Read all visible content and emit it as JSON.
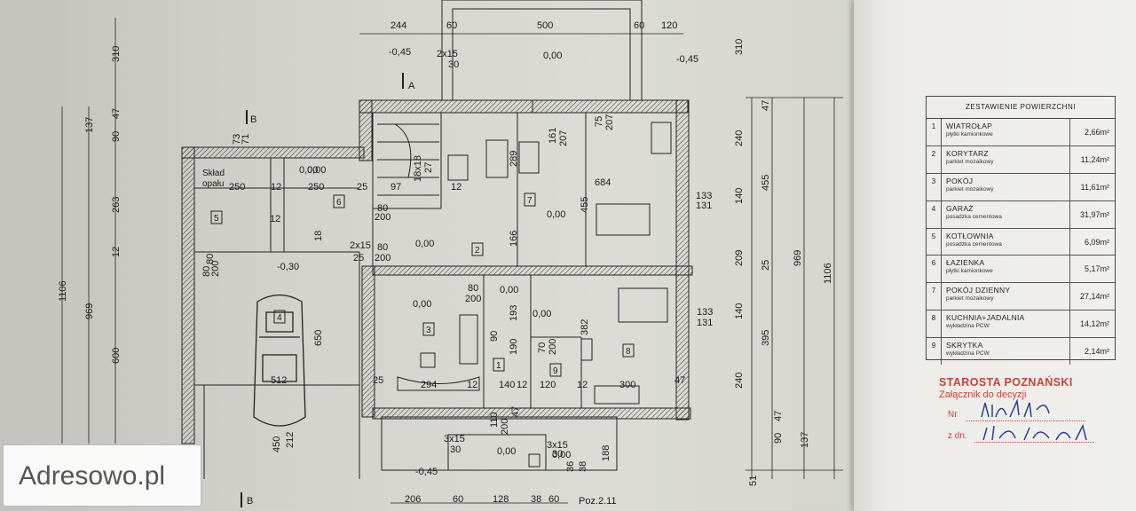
{
  "logo": {
    "text": "Adresowo.pl"
  },
  "surfaces_table": {
    "title": "ZESTAWIENIE POWIERZCHNI",
    "rows": [
      {
        "num": "1",
        "name": "WIATROŁAP",
        "finish": "płytki kamionkowe",
        "area": "2,66m²"
      },
      {
        "num": "2",
        "name": "KORYTARZ",
        "finish": "parkiet mozaikowy",
        "area": "11,24m²"
      },
      {
        "num": "3",
        "name": "POKÓJ",
        "finish": "parkiet mozaikowy",
        "area": "11,61m²"
      },
      {
        "num": "4",
        "name": "GARAŻ",
        "finish": "posadzka cementowa",
        "area": "31,97m²"
      },
      {
        "num": "5",
        "name": "KOTŁOWNIA",
        "finish": "posadzka cementowa",
        "area": "6,09m²"
      },
      {
        "num": "6",
        "name": "ŁAZIENKA",
        "finish": "płytki kamionkowe",
        "area": "5,17m²"
      },
      {
        "num": "7",
        "name": "POKÓJ DZIENNY",
        "finish": "parkiet mozaikowy",
        "area": "27,14m²"
      },
      {
        "num": "8",
        "name": "KUCHNIA+JADALNIA",
        "finish": "wykładzina PCW",
        "area": "14,12m²"
      },
      {
        "num": "9",
        "name": "SKRYTKA",
        "finish": "wykładzina PCW",
        "area": "2,14m²"
      }
    ]
  },
  "stamp": {
    "title": "STAROSTA POZNAŃSKI",
    "subtitle": "Załącznik do decyzji",
    "nr_label": "Nr",
    "zdn_label": "z dn."
  },
  "signature": {
    "nr_text": "1427/07",
    "date_text": "14.03.2007"
  },
  "plan": {
    "top_dims": [
      "244",
      "60",
      "500",
      "60",
      "120",
      "2x15",
      "30"
    ],
    "left_dims": [
      "310",
      "137",
      "90",
      "47",
      "263",
      "12",
      "969",
      "1106",
      "600"
    ],
    "right_dims": [
      "310",
      "47",
      "240",
      "140",
      "455",
      "209",
      "25",
      "969",
      "1106",
      "140",
      "395",
      "240",
      "47",
      "90",
      "137",
      "51"
    ],
    "bottom_dims": [
      "206",
      "60",
      "128",
      "38",
      "60",
      "Poz.2.11"
    ],
    "levels": [
      "-0,45",
      "0,00",
      "-0,45",
      "-0,30",
      "0,00",
      "0,00",
      "0,00",
      "0,00",
      "0,00",
      "0,00",
      "0,00",
      "-0,45",
      "0,00"
    ],
    "section_labels": [
      "A",
      "B",
      "B"
    ],
    "room_numbers": [
      "1",
      "2",
      "3",
      "4",
      "5",
      "6",
      "7",
      "8",
      "9"
    ],
    "room_text": {
      "sklad_line1": "Skład",
      "sklad_line2": "opału"
    },
    "inner_dims": [
      "73",
      "71",
      "250",
      "12",
      "250",
      "25",
      "97",
      "12",
      "684",
      "133",
      "131",
      "80",
      "200",
      "2x15",
      "25",
      "80",
      "200",
      "166",
      "455",
      "289",
      "161",
      "207",
      "75",
      "207",
      "18",
      "80",
      "80",
      "200",
      "650",
      "512",
      "25",
      "294",
      "12",
      "140",
      "12",
      "120",
      "12",
      "300",
      "47",
      "193",
      "382",
      "90",
      "190",
      "70",
      "200",
      "133",
      "131",
      "110",
      "200",
      "47",
      "3x15",
      "30",
      "188",
      "450",
      "212",
      "80",
      "200",
      "36",
      "38",
      "0,00",
      "3x15",
      "30",
      "12",
      "18x18",
      "27"
    ]
  }
}
